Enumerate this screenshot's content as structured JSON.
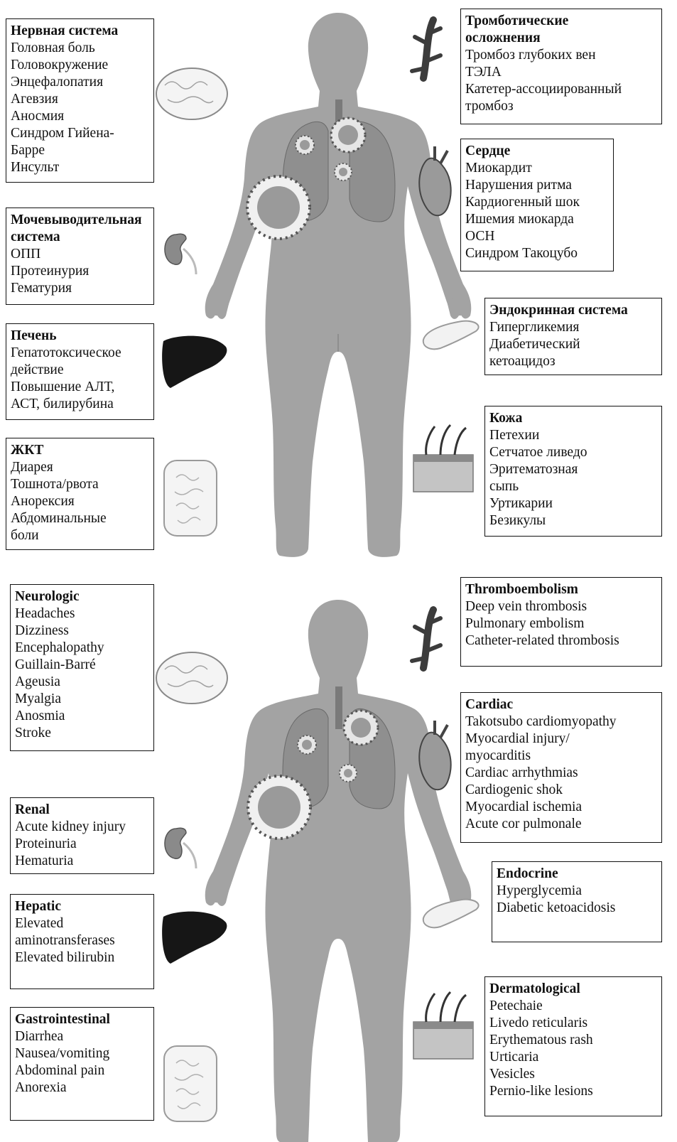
{
  "ru": {
    "neuro": {
      "title": "Нервная система",
      "items": [
        "Головная боль",
        "Головокружение",
        "Энцефалопатия",
        "Агевзия",
        "Аносмия",
        "Синдром Гийена-",
        "Барре",
        "Инсульт"
      ]
    },
    "renal": {
      "title_lines": [
        "Мочевыводительная",
        "система"
      ],
      "items": [
        "ОПП",
        "Протеинурия",
        "Гематурия"
      ]
    },
    "hepatic": {
      "title": "Печень",
      "items": [
        "Гепатотоксическое",
        "действие",
        "Повышение АЛТ,",
        "АСТ, билирубина"
      ]
    },
    "gi": {
      "title": "ЖКТ",
      "items": [
        "Диарея",
        "Тошнота/рвота",
        "Анорексия",
        "Абдоминальные",
        "боли"
      ]
    },
    "thrombo": {
      "title_lines": [
        "Тромботические",
        "осложнения"
      ],
      "items": [
        "Тромбоз глубоких вен",
        "ТЭЛА",
        "Катетер-ассоциированный",
        "тромбоз"
      ]
    },
    "cardiac": {
      "title": "Сердце",
      "items": [
        "Миокардит",
        "Нарушения ритма",
        "Кардиогенный шок",
        "Ишемия миокарда",
        "ОСН",
        "Синдром Такоцубо"
      ]
    },
    "endocrine": {
      "title": "Эндокринная система",
      "items": [
        "Гипергликемия",
        "Диабетический",
        "кетоацидоз"
      ]
    },
    "derm": {
      "title": "Кожа",
      "items": [
        "Петехии",
        "Сетчатое ливедо",
        "Эритематозная",
        "сыпь",
        "Уртикарии",
        "Безикулы"
      ]
    }
  },
  "en": {
    "neuro": {
      "title": "Neurologic",
      "items": [
        "Headaches",
        "Dizziness",
        "Encephalopathy",
        "Guillain-Barré",
        "Ageusia",
        "Myalgia",
        "Anosmia",
        "Stroke"
      ]
    },
    "renal": {
      "title": "Renal",
      "items": [
        "Acute kidney injury",
        "Proteinuria",
        "Hematuria"
      ]
    },
    "hepatic": {
      "title": "Hepatic",
      "items": [
        "Elevated",
        "aminotransferases",
        "Elevated bilirubin"
      ]
    },
    "gi": {
      "title": "Gastrointestinal",
      "items": [
        "Diarrhea",
        "Nausea/vomiting",
        "Abdominal pain",
        "Anorexia"
      ]
    },
    "thrombo": {
      "title": "Thromboembolism",
      "items": [
        "Deep vein thrombosis",
        "Pulmonary embolism",
        "Catheter-related thrombosis"
      ]
    },
    "cardiac": {
      "title": "Cardiac",
      "items": [
        "Takotsubo cardiomyopathy",
        "Myocardial injury/",
        "myocarditis",
        "Cardiac arrhythmias",
        "Cardiogenic shok",
        "Myocardial ischemia",
        "Acute cor pulmonale"
      ]
    },
    "endocrine": {
      "title": "Endocrine",
      "items": [
        "Hyperglycemia",
        "Diabetic ketoacidosis"
      ]
    },
    "derm": {
      "title": "Dermatological",
      "items": [
        "Petechaie",
        "Livedo reticularis",
        "Erythematous rash",
        "Urticaria",
        "Vesicles",
        "Pernio-like lesions"
      ]
    }
  },
  "colors": {
    "body": "#a3a3a3",
    "lung": "#8f8f8f",
    "virus": "#555555",
    "liver": "#161616",
    "vessel": "#3c3c3c"
  }
}
